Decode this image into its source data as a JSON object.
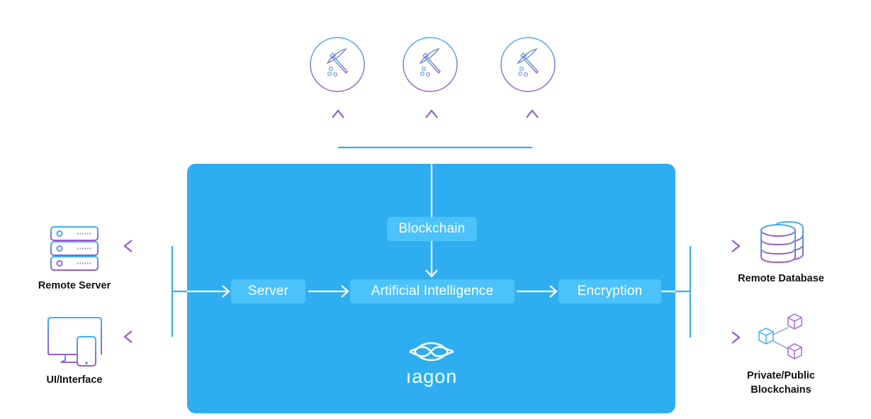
{
  "colors": {
    "main_box": "#2eaef0",
    "pill": "#4bc3fa",
    "line_blue": "#3eaaf0",
    "gradient_start": "#3fb0f1",
    "gradient_end": "#9b59c9",
    "text_dark": "#111111",
    "text_light": "#ffffff"
  },
  "miners": [
    {
      "icon": "pickaxe-icon"
    },
    {
      "icon": "pickaxe-icon"
    },
    {
      "icon": "pickaxe-icon"
    }
  ],
  "core": {
    "nodes": {
      "blockchain": "Blockchain",
      "server": "Server",
      "ai": "Artificial Intelligence",
      "encryption": "Encryption"
    },
    "logo_text": "ıagon"
  },
  "left": {
    "remote_server": "Remote Server",
    "ui_interface": "UI/Interface"
  },
  "right": {
    "remote_database": "Remote Database",
    "blockchains_line1": "Private/Public",
    "blockchains_line2": "Blockchains"
  }
}
